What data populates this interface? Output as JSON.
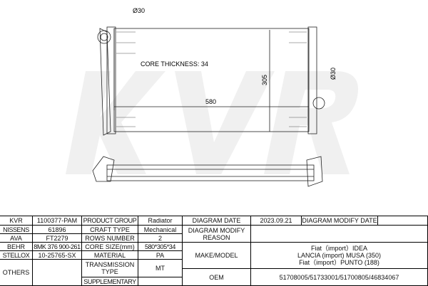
{
  "drawing": {
    "core_thickness": "CORE THICKNESS: 34",
    "width_dim": "580",
    "height_dim": "305",
    "inlet_dia": "Ø30",
    "outlet_dia": "Ø30",
    "watermark": "KVR"
  },
  "table": {
    "kvr_label": "KVR",
    "kvr": "1100377-PAM",
    "nissens_label": "NISSENS",
    "nissens": "61896",
    "ava_label": "AVA",
    "ava": "FT2279",
    "behr_label": "BEHR",
    "behr": "8MK 376 900-261",
    "stellox_label": "STELLOX",
    "stellox": "10-25765-SX",
    "others_label": "OTHERS",
    "others": "",
    "product_group_label": "PRODUCT GROUP",
    "product_group": "Radiator",
    "craft_type_label": "CRAFT TYPE",
    "craft_type": "Mechanical",
    "rows_number_label": "ROWS NUMBER",
    "rows_number": "2",
    "core_size_label": "CORE SIZE(mm)",
    "core_size": "580*305*34",
    "material_label": "MATERIAL",
    "material": "PA",
    "transmission_label": "TRANSMISSION TYPE",
    "transmission": "MT",
    "supplementary_label": "SUPPLEMENTARY",
    "supplementary": "",
    "diagram_date_label": "DIAGRAM DATE",
    "diagram_date": "2023.09.21",
    "diagram_modify_date_label": "DIAGRAM MODIFY DATE",
    "diagram_modify_date": "",
    "diagram_modify_reason_label": "DIAGRAM MODIFY REASON",
    "diagram_modify_reason": "",
    "make_model_label": "MAKE/MODEL",
    "make_model": [
      "Fiat（import）IDEA",
      "LANCIA (import) MUSA (350)",
      "Fiat（import）PUNTO (188)"
    ],
    "oem_label": "OEM",
    "oem": "51708005/51733001/51700805/46834067"
  }
}
